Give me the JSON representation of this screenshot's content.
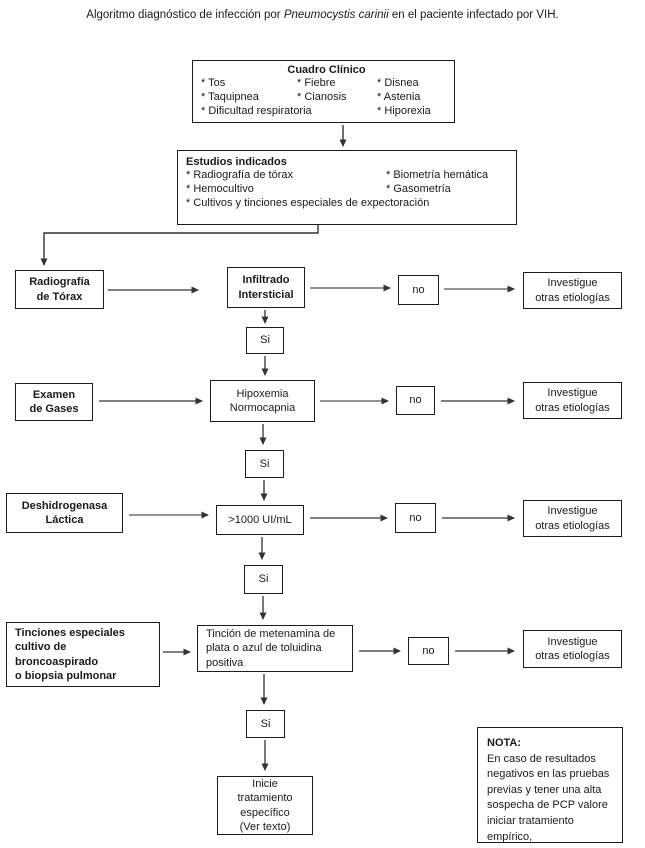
{
  "title": {
    "prefix": "Algoritmo diagnóstico de infección por ",
    "italic": "Pneumocystis carinii",
    "suffix": " en el paciente infectado por VIH."
  },
  "cuadro_clinico": {
    "heading": "Cuadro Clínico",
    "items": [
      "* Tos",
      "* Fiebre",
      "* Disnea",
      "* Taquipnea",
      "* Cianosis",
      "* Astenia",
      "* Dificultad respiratoria",
      "* Hiporexia"
    ]
  },
  "estudios": {
    "heading": "Estudios indicados",
    "items": [
      "* Radiografía de tórax",
      "* Biometría hemática",
      "* Hemocultivo",
      "* Gasometría",
      "* Cultivos y tinciones especiales de expectoración"
    ]
  },
  "rows": [
    {
      "source": "Radiografía\nde Tórax",
      "criterion": "Infiltrado\nIntersticial",
      "no": "no",
      "outcome": "Investigue\notras etiologías",
      "yes": "Si"
    },
    {
      "source": "Examen\nde Gases",
      "criterion": "Hipoxemia\nNormocapnia",
      "no": "no",
      "outcome": "Investigue\notras etiologías",
      "yes": "Si"
    },
    {
      "source": "Deshidrogenasa\nLáctica",
      "criterion": ">1000 UI/mL",
      "no": "no",
      "outcome": "Investigue\notras etiologías",
      "yes": "Si"
    },
    {
      "source": "Tinciones especiales\ncultivo de\nbroncoaspirado\no biopsia pulmonar",
      "criterion": "Tinción de metenamina de\nplata o azul de toluidina\npositiva",
      "no": "no",
      "outcome": "Investigue\notras etiologías",
      "yes": "Si"
    }
  ],
  "final_box": "Inicie\ntratamiento\nespecífico\n(Ver texto)",
  "nota": {
    "heading": "NOTA:",
    "body": "En caso de resultados negativos en las pruebas previas y tener una alta sospecha de PCP valore iniciar tratamiento empírico,"
  }
}
